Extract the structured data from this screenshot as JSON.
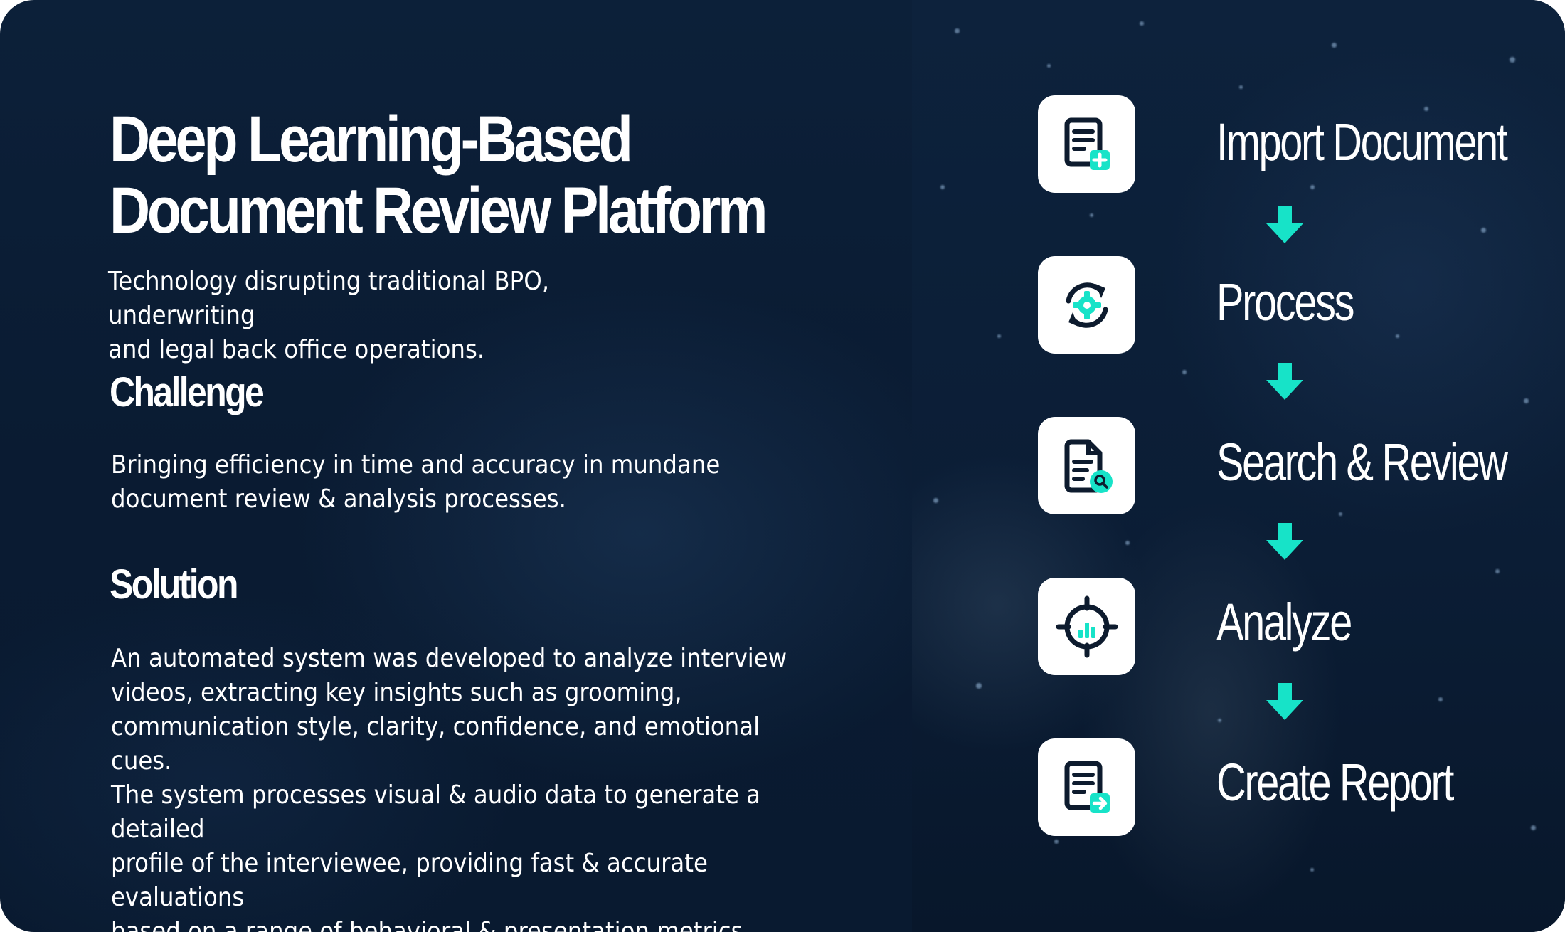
{
  "title_lines": [
    "Deep Learning-Based",
    "Document Review Platform"
  ],
  "subtitle_lines": [
    "Technology disrupting traditional BPO, underwriting",
    "and legal back office operations."
  ],
  "challenge": {
    "heading": "Challenge",
    "lines": [
      "Bringing efficiency in time and accuracy in mundane",
      "document review & analysis processes."
    ]
  },
  "solution": {
    "heading": "Solution",
    "lines": [
      "An automated system was developed to analyze interview",
      "videos, extracting key insights such as grooming,",
      "communication style, clarity, confidence, and emotional cues.",
      "The system processes visual & audio data to generate a detailed",
      "profile of the interviewee, providing fast & accurate evaluations",
      "based on a range of behavioral & presentation metrics."
    ]
  },
  "steps": [
    {
      "label": "Import Document",
      "icon": "document-add-icon"
    },
    {
      "label": "Process",
      "icon": "gear-refresh-icon"
    },
    {
      "label": "Search & Review",
      "icon": "document-search-icon"
    },
    {
      "label": "Analyze",
      "icon": "target-chart-icon"
    },
    {
      "label": "Create Report",
      "icon": "document-export-icon"
    }
  ],
  "colors": {
    "background": "#0b1d35",
    "accent": "#17e3c8",
    "icon_dark": "#0d1b2e",
    "text": "#ffffff"
  }
}
